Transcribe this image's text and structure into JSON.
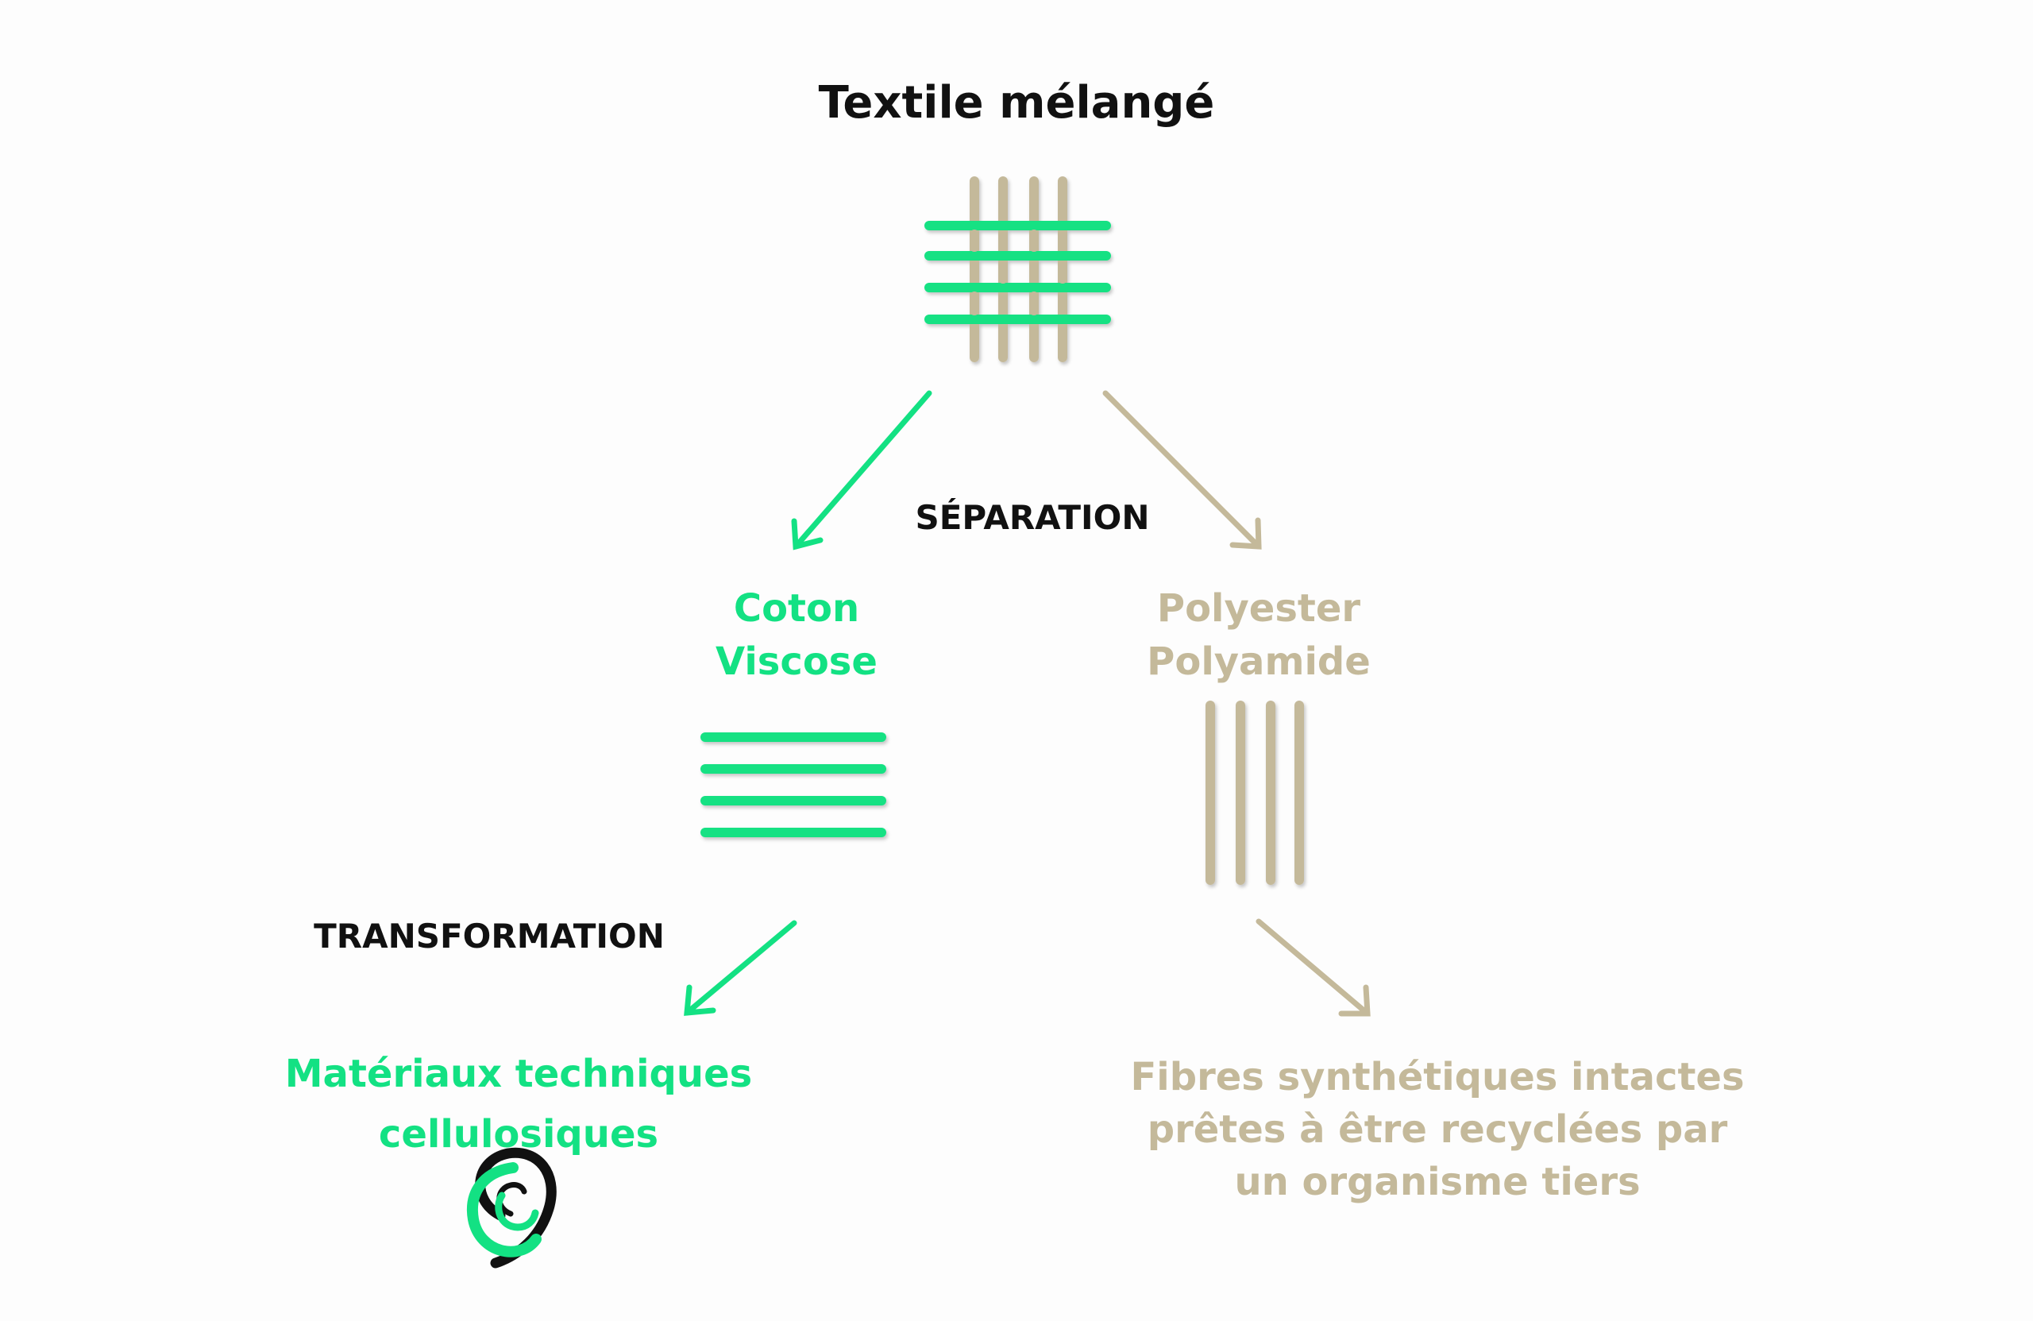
{
  "title": "Textile mélangé",
  "steps": {
    "separation": "SÉPARATION",
    "transformation": "TRANSFORMATION"
  },
  "branches": {
    "left": {
      "lines": [
        "Coton",
        "Viscose"
      ],
      "result": [
        "Matériaux techniques",
        "cellulosiques"
      ],
      "color": "#13e183"
    },
    "right": {
      "lines": [
        "Polyester",
        "Polyamide"
      ],
      "result": [
        "Fibres synthétiques intactes",
        "prêtes à être recyclées par",
        "un organisme tiers"
      ],
      "color": "#c4b99a"
    }
  },
  "icons": {
    "mixed_weave": "woven-grid-icon",
    "cellulose_fibers": "horizontal-fibers-icon",
    "synthetic_fibers": "vertical-fibers-icon",
    "logo": "swirl-logo"
  },
  "colors": {
    "green": "#13e183",
    "beige": "#c4b99a",
    "text": "#111111"
  }
}
